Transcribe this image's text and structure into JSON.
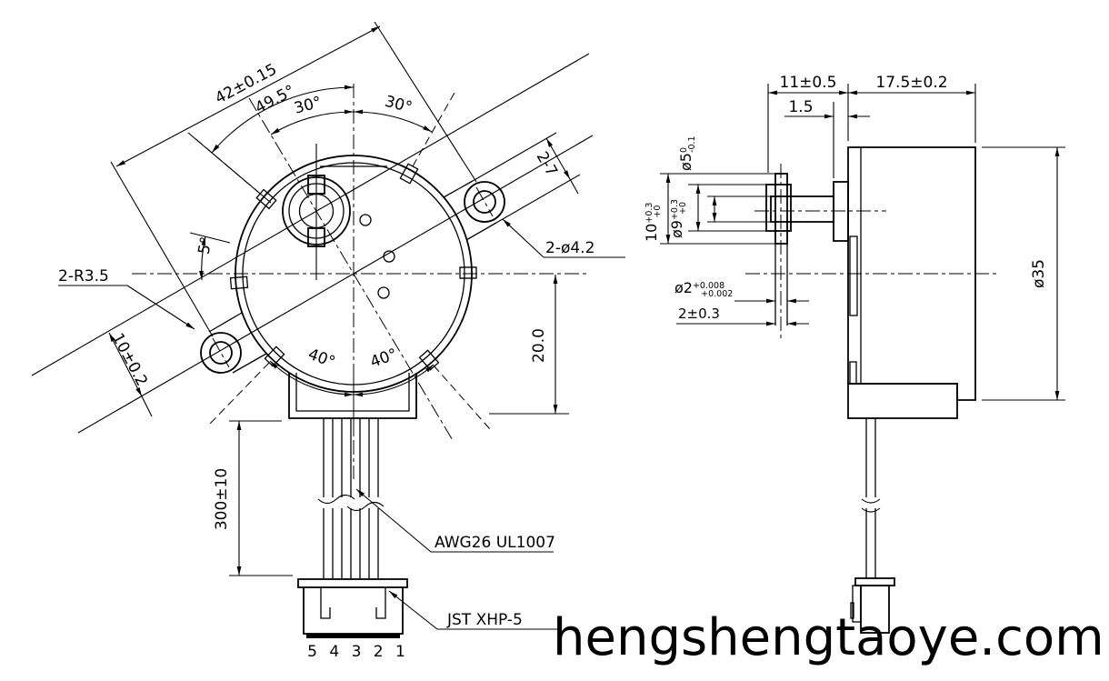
{
  "watermark": "hengshengtaoye.com",
  "front_view": {
    "dim_mounting_distance": "42±0.15",
    "dim_angle_49_5": "49.5°",
    "dim_angle_30_left": "30°",
    "dim_angle_30_right": "30°",
    "dim_angle_5": "5°",
    "dim_ear_radius": "2-R3.5",
    "dim_shaft_offset": "10±0.2",
    "dim_tab_width": "2-7",
    "dim_mounting_holes": "2-ø4.2",
    "dim_wirebox_depth": "20.0",
    "dim_angle_40_left": "40°",
    "dim_angle_40_right": "40°",
    "dim_wire_length": "300±10",
    "wire_label": "AWG26 UL1007",
    "connector_label": "JST XHP-5",
    "pin_numbers": "5 4 3 2 1"
  },
  "side_view": {
    "dim_shaft_protrusion": "11±0.5",
    "dim_body_length": "17.5±0.2",
    "dim_boss_height": "1.5",
    "dim_shaft_dia": {
      "base": "ø5",
      "tol_upper": "0",
      "tol_lower": "-0.1"
    },
    "dim_pin_length": {
      "base": "10",
      "tol_upper": "+0.3",
      "tol_lower": "+0"
    },
    "dim_hub_dia": {
      "base": "ø9",
      "tol_upper": "+0.3",
      "tol_lower": "+0"
    },
    "dim_pin_dia": {
      "base": "ø2",
      "tol_upper": "+0.008",
      "tol_lower": "+0.002"
    },
    "dim_pin_protrusion": "2±0.3",
    "dim_body_dia": "ø35"
  }
}
